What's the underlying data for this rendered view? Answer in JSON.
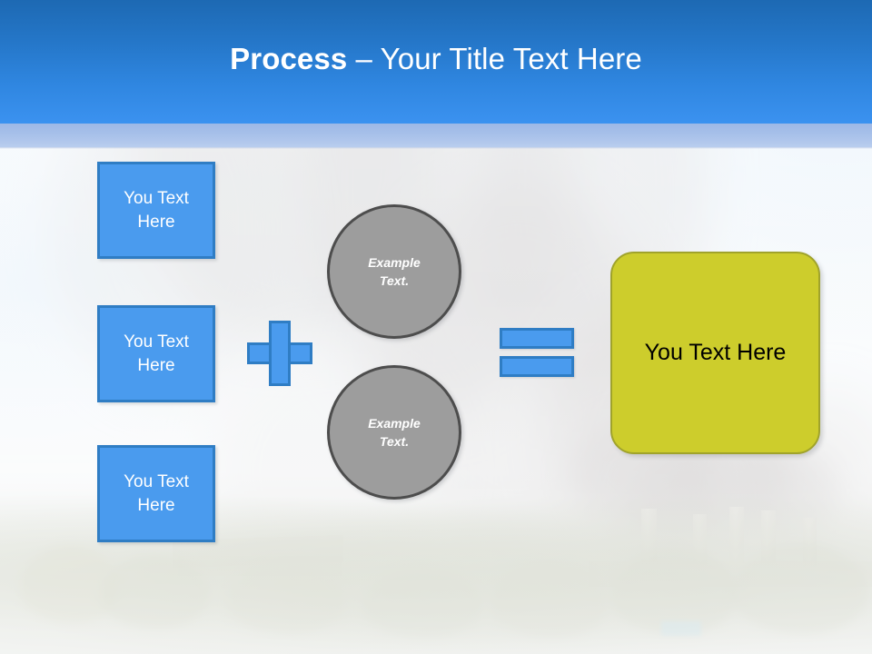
{
  "slide": {
    "title_bold": "Process",
    "title_rest": " – Your Title Text Here"
  },
  "colors": {
    "header_top": "#1d69b3",
    "header_bottom": "#3b92f0",
    "header_band": "#a8c1ea",
    "blue_shape_fill": "#4a9bee",
    "blue_shape_border": "#2f7dc4",
    "circle_fill": "#9d9d9d",
    "circle_border": "#4d4d4d",
    "result_fill": "#cdcd2c",
    "result_border": "#a0a32b",
    "result_text": "#000000",
    "shape_text": "#ffffff"
  },
  "inputs": [
    {
      "line1": "You Text",
      "line2": "Here"
    },
    {
      "line1": "You Text",
      "line2": "Here"
    },
    {
      "line1": "You Text",
      "line2": "Here"
    }
  ],
  "operators": {
    "plus": "+",
    "equals": "="
  },
  "circles": [
    {
      "line1": "Example",
      "line2": "Text."
    },
    {
      "line1": "Example",
      "line2": "Text."
    }
  ],
  "result": {
    "label": "You Text Here"
  }
}
